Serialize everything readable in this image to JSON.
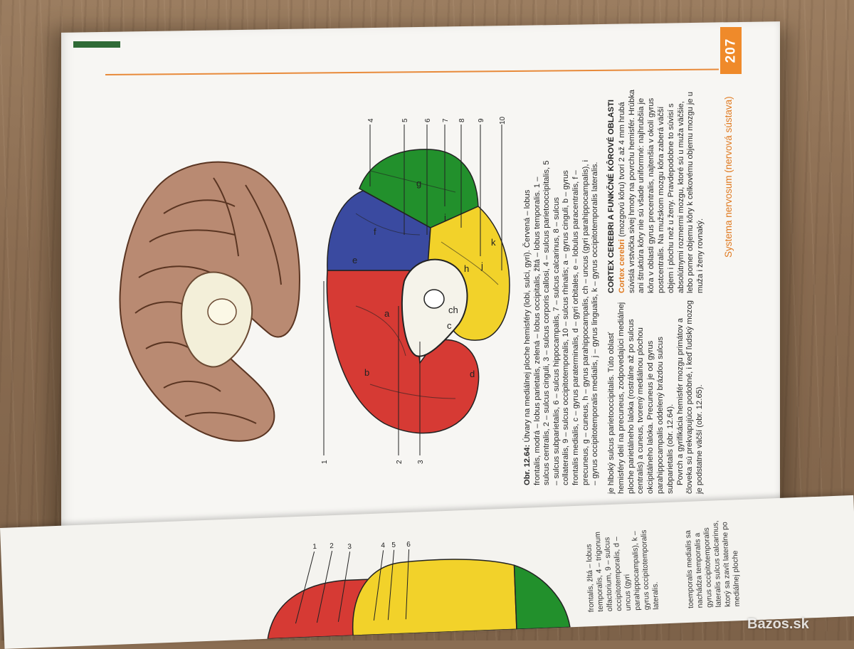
{
  "page": {
    "number": "207",
    "running_title": "Systema nervosum (nervová sústava)"
  },
  "figure": {
    "caption_label": "Obr. 12.64:",
    "caption_rest": "Útvary na mediálnej ploche hemisféry (lobi, sulci, gyri). Červená – lobus frontalis, modrá – lobus parietalis, zelená – lobus occipitalis, žltá – lobus temporalis. 1 – sulcus centralis, 2 – sulcus cinguli, 3 – sulcus corporis callosi, 4 – sulcus parietooccipitalis, 5 – sulcus subparietalis, 6 – sulcus hippocampalis, 7 – sulcus calcarinus, 8 – sulcus collateralis, 9 – sulcus occipitotemporalis, 10 – sulcus rhinalis; a – gyrus cinguli, b – gyrus frontalis medialis, c – gyrus paraterminalis, d – gyri orbitales, e – lobulus paracentralis, f – precuneus, g – cuneus, h – gyrus parahippocampalis, ch – uncus (gyri parahippocampalis), i – gyrus occipitotemporalis medialis, j – gyrus lingualis, k – gyrus occipitotemporalis lateralis.",
    "number_labels": [
      "1",
      "2",
      "3",
      "4",
      "5",
      "6",
      "7",
      "8",
      "9",
      "10"
    ],
    "letter_labels": [
      "a",
      "b",
      "c",
      "d",
      "e",
      "f",
      "g",
      "h",
      "ch",
      "i",
      "j",
      "k"
    ],
    "colors": {
      "frontal": "#d63a34",
      "parietal": "#3a4aa0",
      "occipital": "#22902c",
      "temporal": "#f2d22a",
      "brain_tissue": "#b98a72"
    }
  },
  "column_left": {
    "text": "je hlboký sulcus parietooccipitalis. Túto oblasť hemisféry delí na precuneus, zodpovedajúci mediálnej ploche parietálneho laloka (rostrálne až po sulcus centralis) a cuneus, tvorený mediálnou plochou okcipitálneho laloka. Precuneus je od gyrus parahippocampalis oddelený brázdou sulcus subparietalis (obr. 12.64).",
    "text2": "Povrch a gyrifikácia hemisfér mozgu primátov a človeka sú prekvapujúco podobné, i keď ľudský mozog je podstatne väčší (obr. 12.65)."
  },
  "column_right": {
    "heading": "CORTEX CEREBRI A FUNKČNÉ KÔROVÉ OBLASTI",
    "term": "Cortex cerebri",
    "text": "(mozgovú kôru) tvorí 2 až 4 mm hrubá súvislá vrstvička sivej hmoty na povrchu hemisfér. Hrúbka ani štruktúra kôry nie sú všade uniformné: najhrubšia je kôra v oblasti gyrus precentralis, najtenšia v okolí gyrus postcentralis. Na mužskom mozgu kôra zaberá väčší objem i plochu než u ženy. Pravdepodobne to súvisí s absolútnymi rozmermi mozgu, ktoré sú u muža väčšie, lebo pomer objemu kôry k celkovému objemu mozgu je u muža i ženy rovnaký."
  },
  "next_page": {
    "labels": [
      "1",
      "2",
      "3",
      "4",
      "5",
      "6"
    ],
    "caption_fragment": "frontalis, žltá – lobus temporalis, 4 – trigonum olfactorium, 9 – sulcus occipitotemporalis, d – uncus (gyri parahippocampalis), k – gyrus occipitotemporalis lateralis.",
    "text_fragment": "toemporalis medialis sa nachádza temporalis a gyrus occipitotemporalis lateralis sulcus calcarinus, ktorý sa zavít lateralne po mediálnej ploche"
  },
  "watermark": "Bazos.sk"
}
